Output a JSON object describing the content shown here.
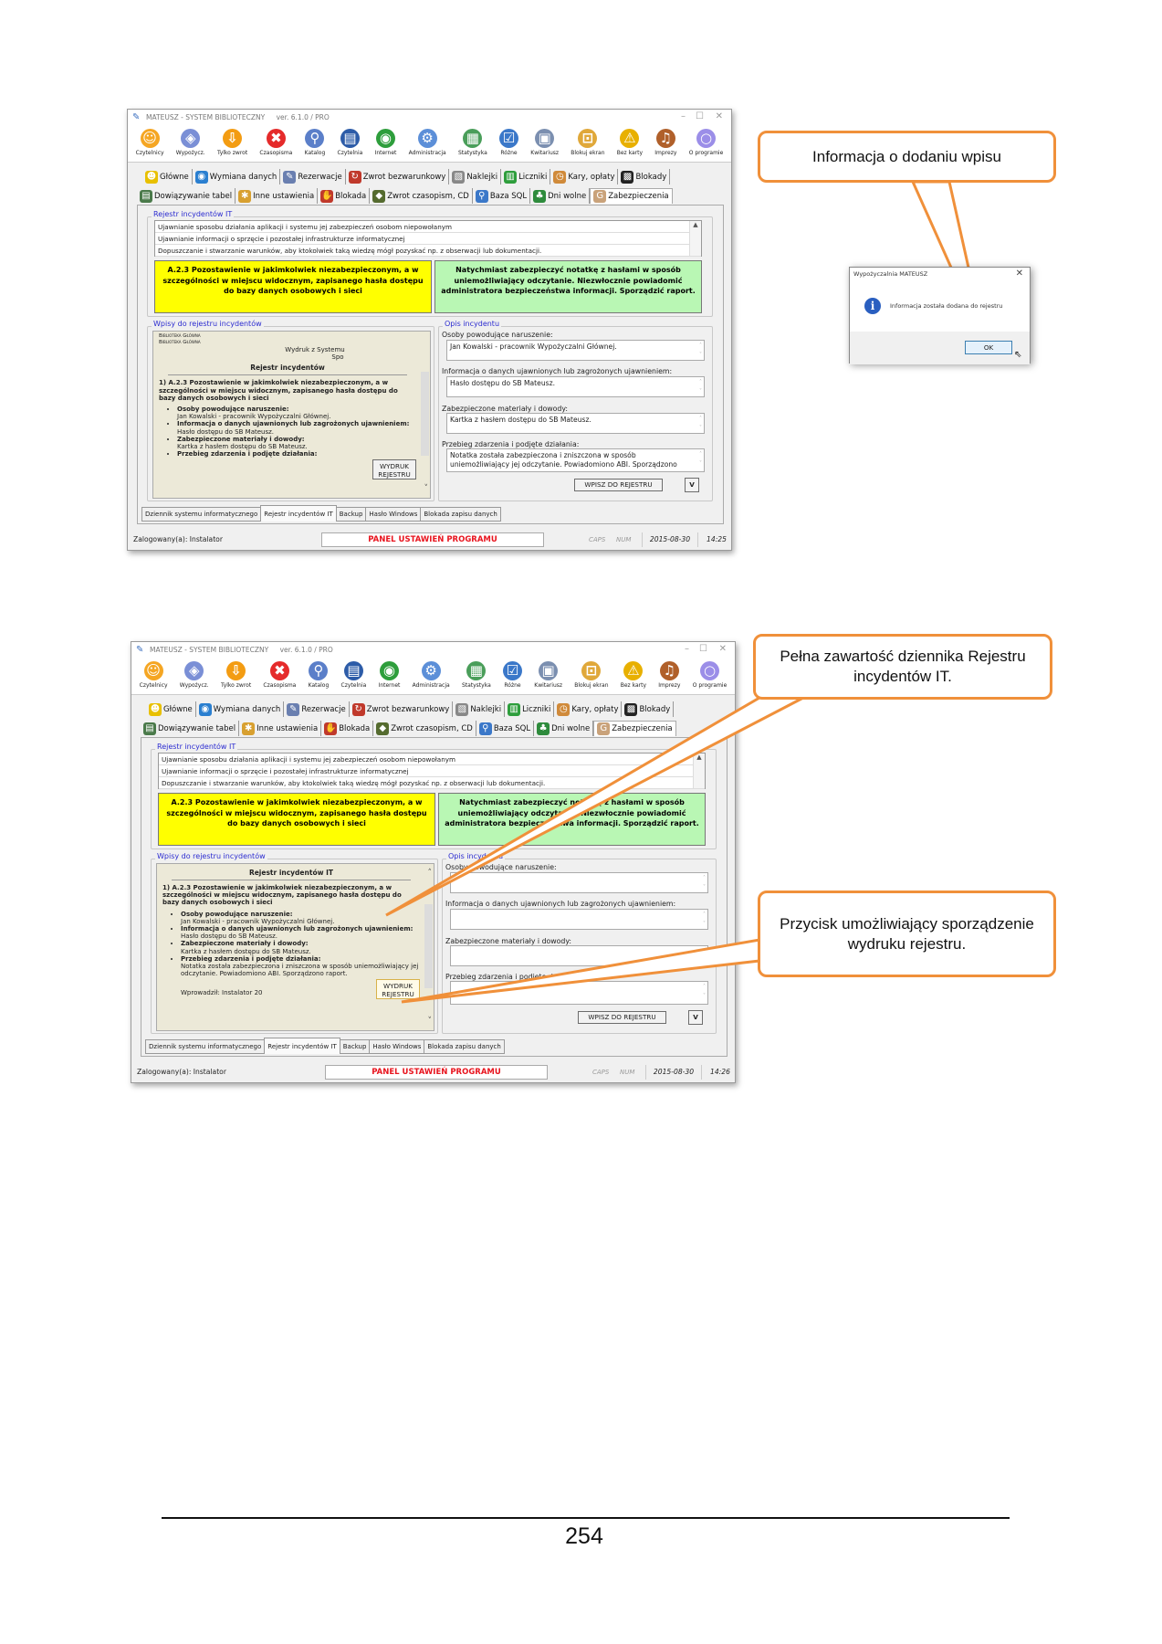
{
  "app": {
    "title": "MATEUSZ - SYSTEM BIBLIOTECZNY",
    "version": "ver. 6.1.0 / PRO",
    "toolbar": [
      {
        "label": "Czytelnicy",
        "icon": "smiley-icon",
        "glyph": "☺",
        "color": "#f5a623"
      },
      {
        "label": "Wypożycz.",
        "icon": "book-lend-icon",
        "glyph": "◈",
        "color": "#7a8fd6"
      },
      {
        "label": "Tylko zwrot",
        "icon": "return-arrow-icon",
        "glyph": "⇩",
        "color": "#f39c12"
      },
      {
        "label": "Czasopisma",
        "icon": "red-x-icon",
        "glyph": "✖",
        "color": "#e52b2b"
      },
      {
        "label": "Katalog",
        "icon": "magnifier-icon",
        "glyph": "⚲",
        "color": "#5b7fc9"
      },
      {
        "label": "Czytelnia",
        "icon": "book-icon",
        "glyph": "▤",
        "color": "#2d5ca8"
      },
      {
        "label": "Internet",
        "icon": "globe-icon",
        "glyph": "◉",
        "color": "#2e9e3c"
      },
      {
        "label": "Administracja",
        "icon": "gears-icon",
        "glyph": "⚙",
        "color": "#5c8fd8"
      },
      {
        "label": "Statystyka",
        "icon": "chart-icon",
        "glyph": "▦",
        "color": "#4a9e5a"
      },
      {
        "label": "Różne",
        "icon": "calendar-check-icon",
        "glyph": "☑",
        "color": "#3b78c9"
      },
      {
        "label": "Kwitariusz",
        "icon": "documents-icon",
        "glyph": "▣",
        "color": "#7b8fb0"
      },
      {
        "label": "Blokuj ekran",
        "icon": "padlock-icon",
        "glyph": "⊡",
        "color": "#e0a83a"
      },
      {
        "label": "Bez karty",
        "icon": "warning-sign-icon",
        "glyph": "⚠",
        "color": "#e8b000"
      },
      {
        "label": "Imprezy",
        "icon": "guitar-icon",
        "glyph": "♫",
        "color": "#b0602a"
      },
      {
        "label": "O programie",
        "icon": "lightbulb-icon",
        "glyph": "○",
        "color": "#9b8ee8"
      }
    ],
    "tabs_row1": [
      {
        "label": "Główne",
        "icon": "face-icon",
        "glyph": "☻",
        "color": "#e8c000"
      },
      {
        "label": "Wymiana danych",
        "icon": "globe-phone-icon",
        "glyph": "◉",
        "color": "#2a7fd0"
      },
      {
        "label": "Rezerwacje",
        "icon": "clock-pencil-icon",
        "glyph": "✎",
        "color": "#6a7fb0"
      },
      {
        "label": "Zwrot bezwarunkowy",
        "icon": "return-doc-icon",
        "glyph": "↻",
        "color": "#c0392b"
      },
      {
        "label": "Naklejki",
        "icon": "stickers-icon",
        "glyph": "▧",
        "color": "#888"
      },
      {
        "label": "Liczniki",
        "icon": "counter-icon",
        "glyph": "▥",
        "color": "#2e9e3c"
      },
      {
        "label": "Kary, opłaty",
        "icon": "clock-icon",
        "glyph": "◷",
        "color": "#d08a3a"
      },
      {
        "label": "Blokady",
        "icon": "barrier-icon",
        "glyph": "▩",
        "color": "#222"
      }
    ],
    "tabs_row2": [
      {
        "label": "Dowiązywanie tabel",
        "icon": "table-link-icon",
        "glyph": "▤",
        "color": "#4a7a4a"
      },
      {
        "label": "Inne ustawienia",
        "icon": "settings-icon",
        "glyph": "✱",
        "color": "#d8a030"
      },
      {
        "label": "Blokada",
        "icon": "stop-hand-icon",
        "glyph": "✋",
        "color": "#c0392b"
      },
      {
        "label": "Zwrot czasopism, CD",
        "icon": "books-icon",
        "glyph": "◆",
        "color": "#556b2f"
      },
      {
        "label": "Baza SQL",
        "icon": "database-search-icon",
        "glyph": "⚲",
        "color": "#3b78c9"
      },
      {
        "label": "Dni wolne",
        "icon": "tree-icon",
        "glyph": "♣",
        "color": "#2e8b3c"
      },
      {
        "label": "Zabezpieczenia",
        "icon": "giodo-icon",
        "glyph": "G",
        "color": "#c9a27a"
      }
    ],
    "group_register": "Rejestr incydentów IT",
    "incident_list": [
      "Ujawnianie sposobu działania aplikacji i systemu jej zabezpieczeń osobom niepowołanym",
      "Ujawnianie informacji o sprzęcie i pozostałej infrastrukturze informatycznej",
      "Dopuszczanie i stwarzanie warunków, aby ktokolwiek taką wiedzę mógł pozyskać np. z obserwacji lub dokumentacji."
    ],
    "incident_desc": "A.2.3  Pozostawienie w jakimkolwiek niezabezpieczonym, a w szczególności w miejscu widocznym, zapisanego hasła dostępu do bazy danych osobowych i sieci",
    "incident_action": "Natychmiast zabezpieczyć notatkę z hasłami w sposób uniemożliwiający odczytanie. Niezwłocznie powiadomić administratora bezpieczeństwa informacji. Sporządzić raport.",
    "group_entries": "Wpisy do rejestru incydentów",
    "group_description": "Opis incydentu",
    "field_labels": [
      "Osoby powodujące naruszenie:",
      "Informacja o danych ujawnionych lub zagrożonych ujawnieniem:",
      "Zabezpieczone materiały i dowody:",
      "Przebieg zdarzenia i podjęte działania:"
    ],
    "print_button": "WYDRUK REJESTRU",
    "write_button": "WPISZ DO REJESTRU",
    "v_button": "V",
    "bottom_tabs": [
      "Dziennik systemu informatycznego",
      "Rejestr incydentów IT",
      "Backup",
      "Hasło Windows",
      "Blokada zapisu danych"
    ],
    "bottom_tab_active": 1,
    "status_user": "Zalogowany(a): Instalator",
    "status_panel": "PANEL USTAWIEŃ PROGRAMU",
    "status_caps": "CAPS",
    "status_num": "NUM",
    "accent_orange": "#f0903a",
    "panel_red": "#e8141e"
  },
  "screens": [
    {
      "date": "2015-08-30",
      "time": "14:25",
      "preview": {
        "library_lines": [
          "Biblioteka Główna",
          "Biblioteka Główna"
        ],
        "print_header": "Wydruk z Systemu",
        "print_header2": "Spo",
        "title": "Rejestr incydentów",
        "item": "1) A.2.3 Pozostawienie w jakimkolwiek niezabezpieczonym, a w szczególności w miejscu widocznym, zapisanego hasła dostępu do bazy danych osobowych i sieci",
        "bullets": [
          {
            "label": "Osoby powodujące naruszenie:",
            "value": "Jan Kowalski - pracownik Wypożyczalni Głównej."
          },
          {
            "label": "Informacja o danych ujawnionych lub zagrożonych ujawnieniem:",
            "value": "Hasło dostępu do SB Mateusz."
          },
          {
            "label": "Zabezpieczone materiały i dowody:",
            "value": "Kartka z hasłem dostępu do SB Mateusz."
          },
          {
            "label": "Przebieg zdarzenia i podjęte działania:",
            "value": ""
          }
        ],
        "footer": ""
      },
      "fields": [
        "Jan Kowalski - pracownik Wypożyczalni Głównej.",
        "Hasło dostępu do SB Mateusz.",
        "Kartka z hasłem dostępu do SB Mateusz.",
        "Notatka została zabezpieczona i zniszczona w sposób uniemożliwiający jej odczytanie. Powiadomiono ABI. Sporządzono"
      ],
      "dialog": {
        "title": "Wypożyczalnia MATEUSZ",
        "message": "Informacja została dodana do rejestru",
        "ok": "OK",
        "icon": "info-icon"
      }
    },
    {
      "date": "2015-08-30",
      "time": "14:26",
      "preview": {
        "library_lines": [],
        "print_header": "",
        "print_header2": "",
        "title": "Rejestr incydentów IT",
        "item": "1) A.2.3 Pozostawienie w jakimkolwiek niezabezpieczonym, a w szczególności w miejscu widocznym, zapisanego hasła dostępu do bazy danych osobowych i sieci",
        "bullets": [
          {
            "label": "Osoby powodujące naruszenie:",
            "value": "Jan Kowalski - pracownik Wypożyczalni Głównej."
          },
          {
            "label": "Informacja o danych ujawnionych lub zagrożonych ujawnieniem:",
            "value": "Hasło dostępu do SB Mateusz."
          },
          {
            "label": "Zabezpieczone materiały i dowody:",
            "value": "Kartka z hasłem dostępu do SB Mateusz."
          },
          {
            "label": "Przebieg zdarzenia i podjęte działania:",
            "value": "Notatka została zabezpieczona i zniszczona w sposób uniemożliwiający jej odczytanie. Powiadomiono ABI. Sporządzono raport."
          }
        ],
        "footer": "Wprowadził: Instalator 20"
      },
      "fields": [
        "",
        "",
        "",
        ""
      ],
      "dialog": null
    }
  ],
  "callouts": [
    "Informacja o dodaniu wpisu",
    "Pełna zawartość dziennika Rejestru incydentów IT.",
    "Przycisk umożliwiający sporządzenie wydruku rejestru."
  ],
  "page_number": "254"
}
